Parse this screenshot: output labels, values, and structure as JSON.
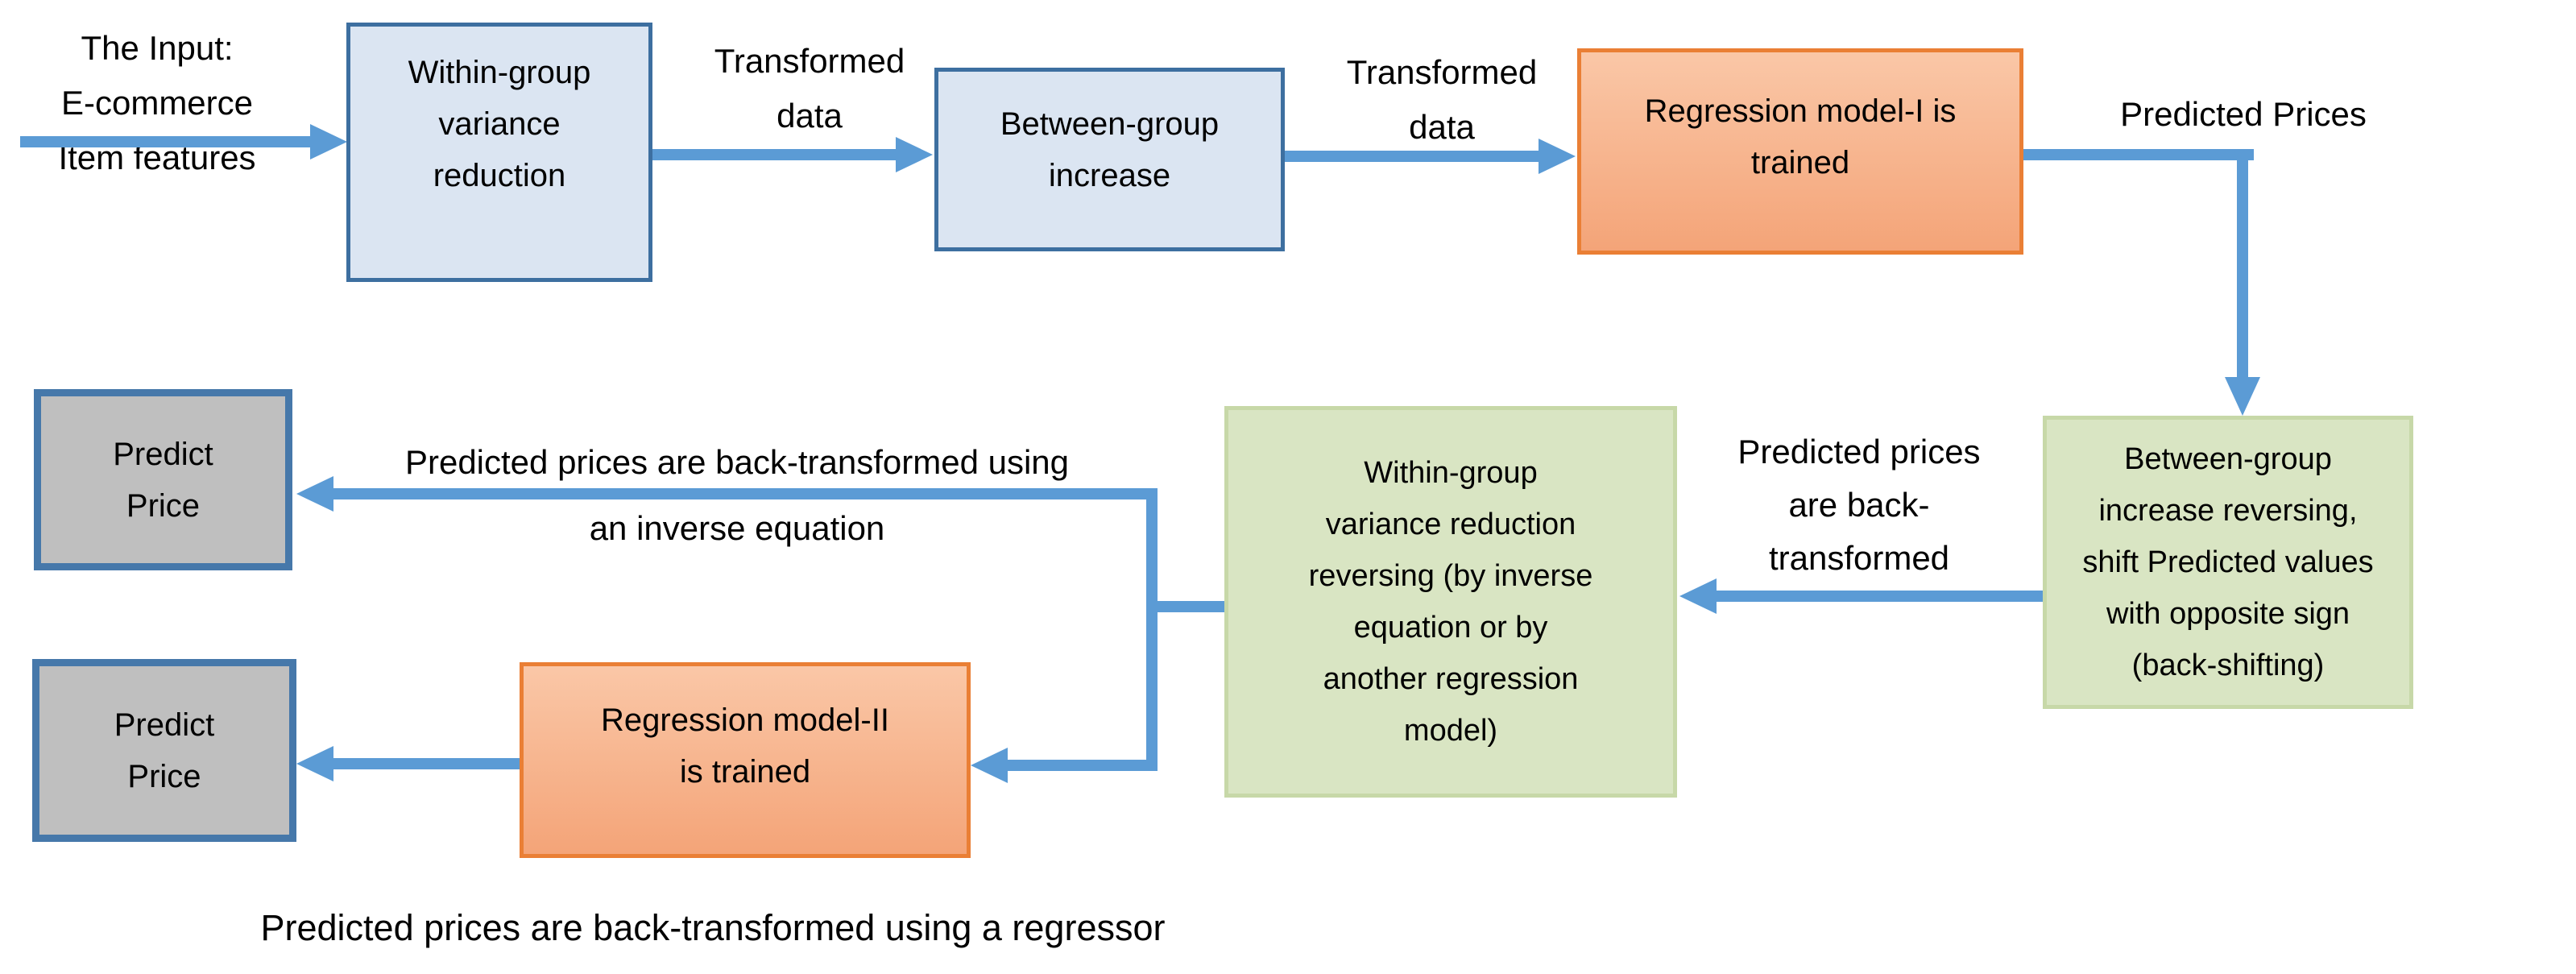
{
  "diagram": {
    "input_label": {
      "lines": [
        "The Input:",
        "E-commerce",
        "Item features"
      ]
    },
    "boxes": {
      "within_group": {
        "lines": [
          "Within-group",
          "variance",
          "reduction"
        ]
      },
      "between_group": {
        "lines": [
          "Between-group",
          "increase"
        ]
      },
      "regression1": {
        "lines": [
          "Regression model-I is",
          "trained"
        ]
      },
      "back_shift": {
        "lines": [
          "Between-group",
          "increase reversing,",
          "shift Predicted values",
          "with opposite sign",
          "(back-shifting)"
        ]
      },
      "within_reverse": {
        "lines": [
          "Within-group",
          "variance reduction",
          "reversing (by inverse",
          "equation or by",
          "another regression",
          "model)"
        ]
      },
      "regression2": {
        "lines": [
          "Regression model-II",
          "is trained"
        ]
      },
      "predict_price_1": {
        "lines": [
          "Predict",
          "Price"
        ]
      },
      "predict_price_2": {
        "lines": [
          "Predict",
          "Price"
        ]
      }
    },
    "edge_labels": {
      "transformed_data_1": {
        "lines": [
          "Transformed",
          "data"
        ]
      },
      "transformed_data_2": {
        "lines": [
          "Transformed",
          "data"
        ]
      },
      "predicted_prices": "Predicted Prices",
      "back_transformed": {
        "lines": [
          "Predicted prices",
          "are back-",
          "transformed"
        ]
      },
      "inverse_equation": {
        "lines": [
          "Predicted prices are back-transformed using",
          "an inverse equation"
        ]
      },
      "caption": "Predicted prices are back-transformed using a regressor"
    },
    "colors": {
      "arrow": "#5b9bd5",
      "blue_box_fill": "#dbe5f2",
      "blue_box_border": "#3d6fa0",
      "orange_fill_top": "#fac7a7",
      "orange_fill_bottom": "#f4a478",
      "orange_border": "#ea7f35",
      "green_fill": "#d9e5c3",
      "green_border": "#c7d8a8",
      "gray_fill": "#bfbfbf",
      "gray_border": "#4678aa",
      "text": "#000000"
    }
  }
}
